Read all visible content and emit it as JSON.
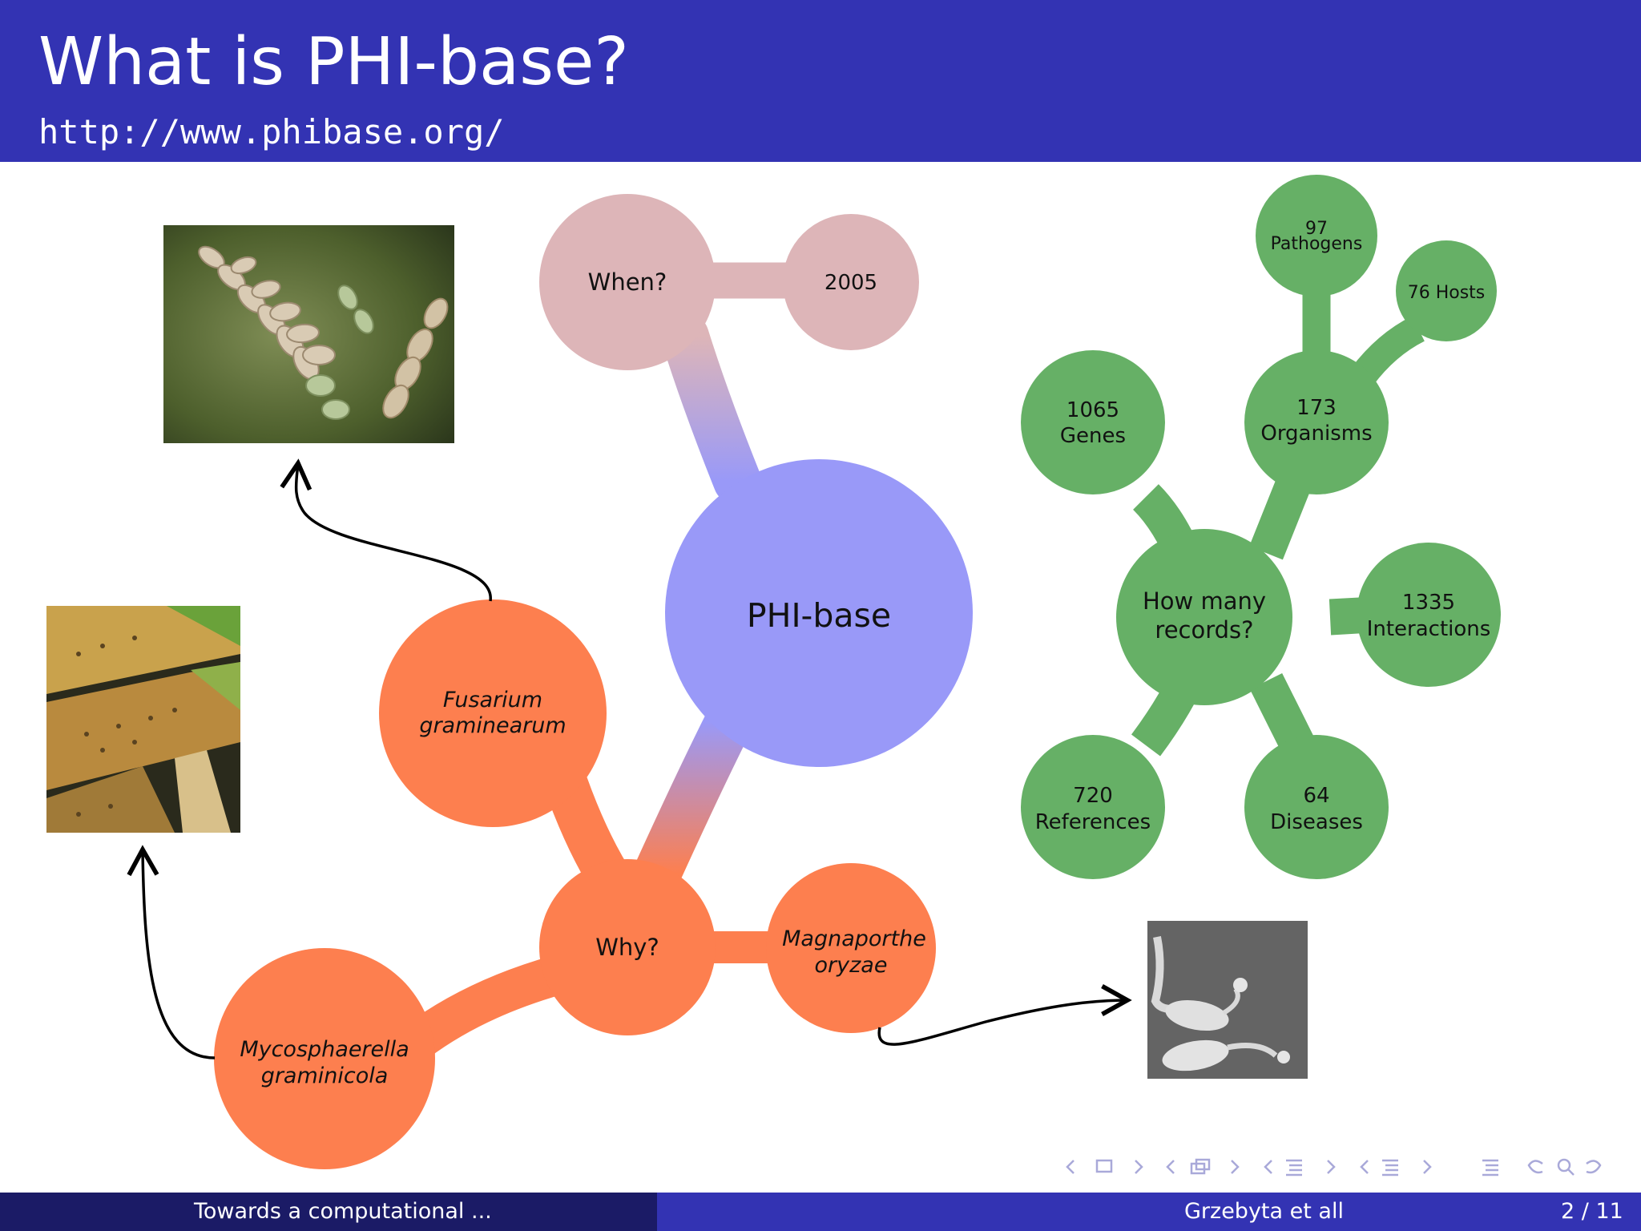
{
  "header": {
    "title": "What is PHI-base?",
    "subtitle": "http://www.phibase.org/",
    "background": "#3333b3"
  },
  "mindmap": {
    "center": {
      "label": "PHI-base",
      "color": "#9999f8"
    },
    "when": {
      "color": "#ddb5b8",
      "question": "When?",
      "answer": "2005"
    },
    "records": {
      "color": "#66b066",
      "question": "How many records?",
      "question_lines": [
        "How many",
        "records?"
      ],
      "genes": {
        "count": "1065",
        "label": "Genes"
      },
      "organisms": {
        "count": "173",
        "label": "Organisms"
      },
      "pathogens": {
        "count": "97",
        "label": "Pathogens"
      },
      "hosts": {
        "text": "76 Hosts"
      },
      "interactions": {
        "count": "1335",
        "label": "Interactions"
      },
      "references": {
        "count": "720",
        "label": "References"
      },
      "diseases": {
        "count": "64",
        "label": "Diseases"
      }
    },
    "why": {
      "color": "#fd7f4f",
      "question": "Why?",
      "fusarium": [
        "Fusarium",
        "graminearum"
      ],
      "magnaporthe": [
        "Magnaporthe",
        "oryzae"
      ],
      "mycosphaerella": [
        "Mycosphaerella",
        "graminicola"
      ]
    }
  },
  "images": {
    "wheat_ear": "wheat-ear-photo",
    "leaf_blotch": "leaf-blotch-photo",
    "fungal_spores": "fungal-spores-micrograph"
  },
  "nav": {
    "icons": [
      "nav-left-arrow-icon",
      "nav-frame-icon",
      "nav-right-arrow-icon",
      "nav-section-icon",
      "nav-subsection-icon",
      "nav-align-icon",
      "search-icon",
      "back-icon"
    ]
  },
  "footer": {
    "left_text": "Towards a computational ...",
    "author": "Grzebyta et all",
    "page": "2 / 11",
    "left_color": "#1b1b66",
    "right_color": "#3333b3"
  }
}
